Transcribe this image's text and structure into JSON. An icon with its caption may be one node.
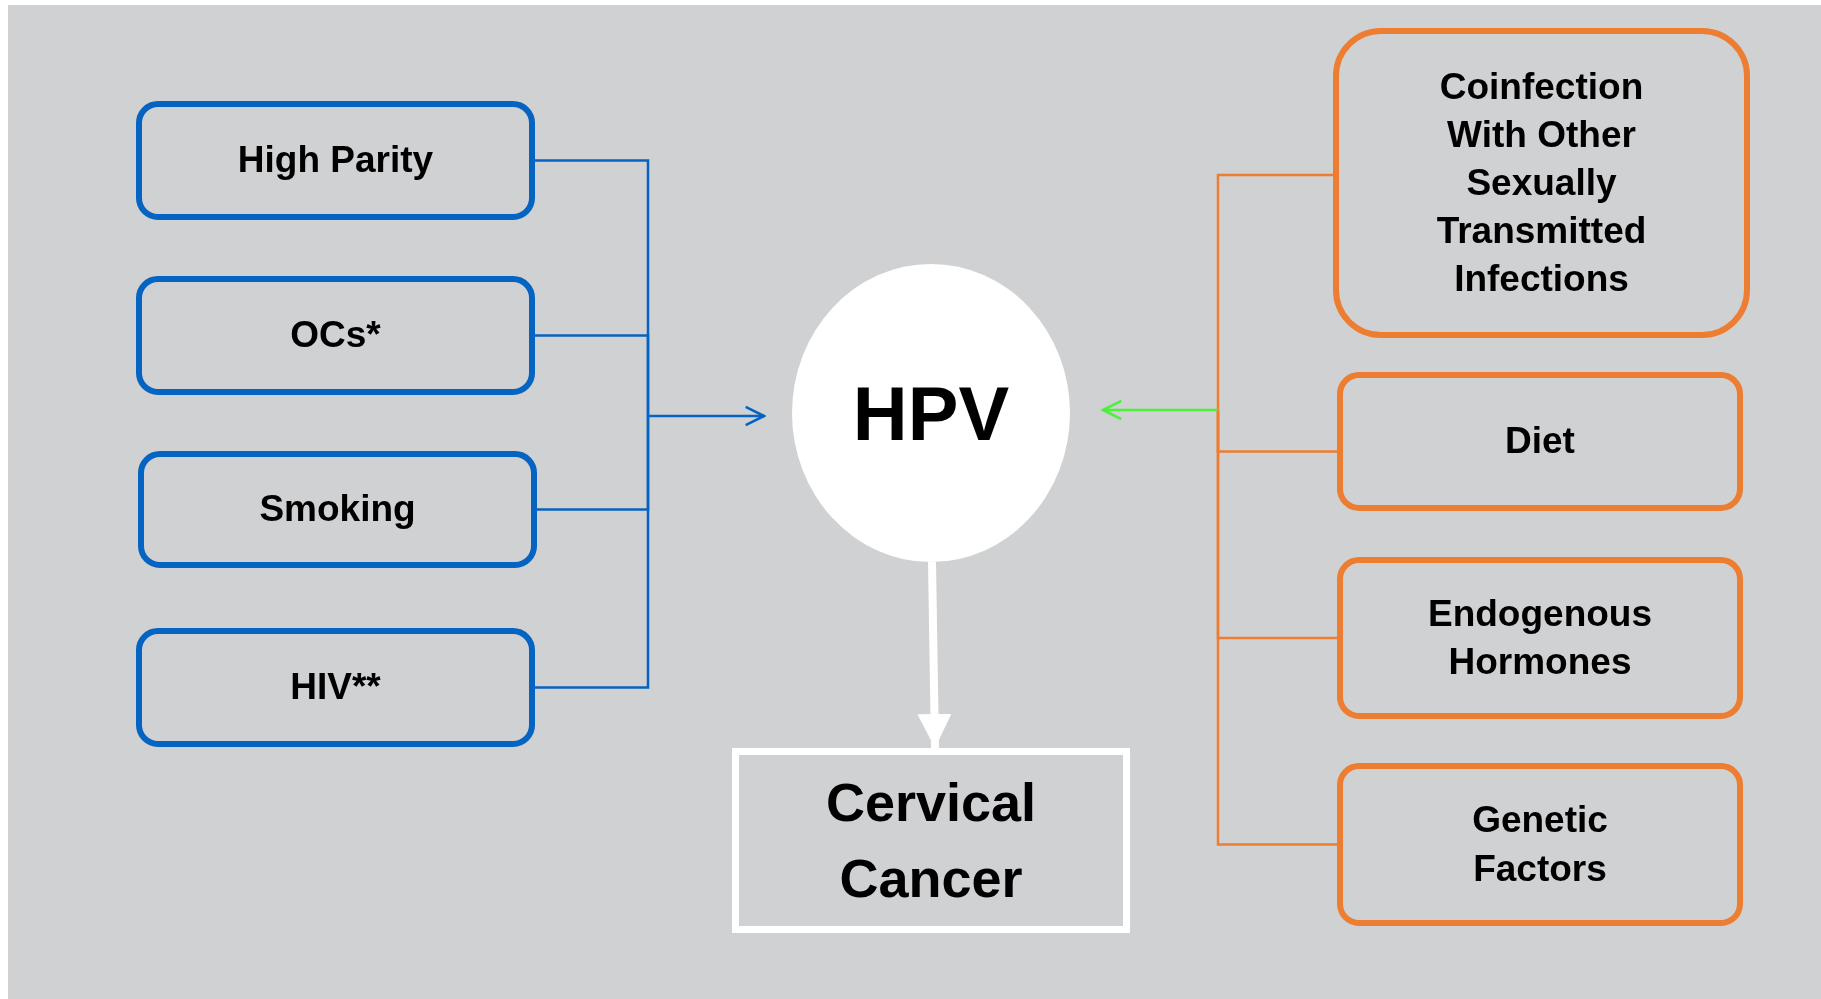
{
  "diagram": {
    "nodes": [
      {
        "text": [
          "High Parity"
        ]
      },
      {
        "text": [
          "OCs*"
        ]
      },
      {
        "text": [
          "Smoking"
        ]
      },
      {
        "text": [
          "HIV**"
        ]
      },
      {
        "text": [
          "HPV"
        ]
      },
      {
        "text": [
          "Cervical Cancer"
        ]
      },
      {
        "text": [
          "Coinfection With Other Sexually Transmitted Infections"
        ]
      },
      {
        "text": [
          "Diet"
        ]
      },
      {
        "text": [
          "Endogenous Hormones"
        ]
      },
      {
        "text": [
          "Genetic Factors"
        ]
      }
    ],
    "edges": [
      {
        "from": 0,
        "to": 4,
        "arrow": "to",
        "color": "#0563c1"
      },
      {
        "from": 1,
        "to": 4,
        "arrow": "to",
        "color": "#0563c1"
      },
      {
        "from": 2,
        "to": 4,
        "arrow": "to",
        "color": "#0563c1"
      },
      {
        "from": 3,
        "to": 4,
        "arrow": "to",
        "color": "#0563c1"
      },
      {
        "from": 4,
        "to": 5,
        "arrow": "to",
        "style": "thick",
        "color": "#ffffff"
      },
      {
        "from": 6,
        "to": 4,
        "arrow": "to",
        "color": "#ed7d31"
      },
      {
        "from": 7,
        "to": 4,
        "arrow": "to",
        "color": "#ed7d31"
      },
      {
        "from": 8,
        "to": 4,
        "arrow": "to",
        "color": "#ed7d31"
      },
      {
        "from": 9,
        "to": 4,
        "arrow": "to",
        "color": "#ed7d31"
      }
    ]
  }
}
